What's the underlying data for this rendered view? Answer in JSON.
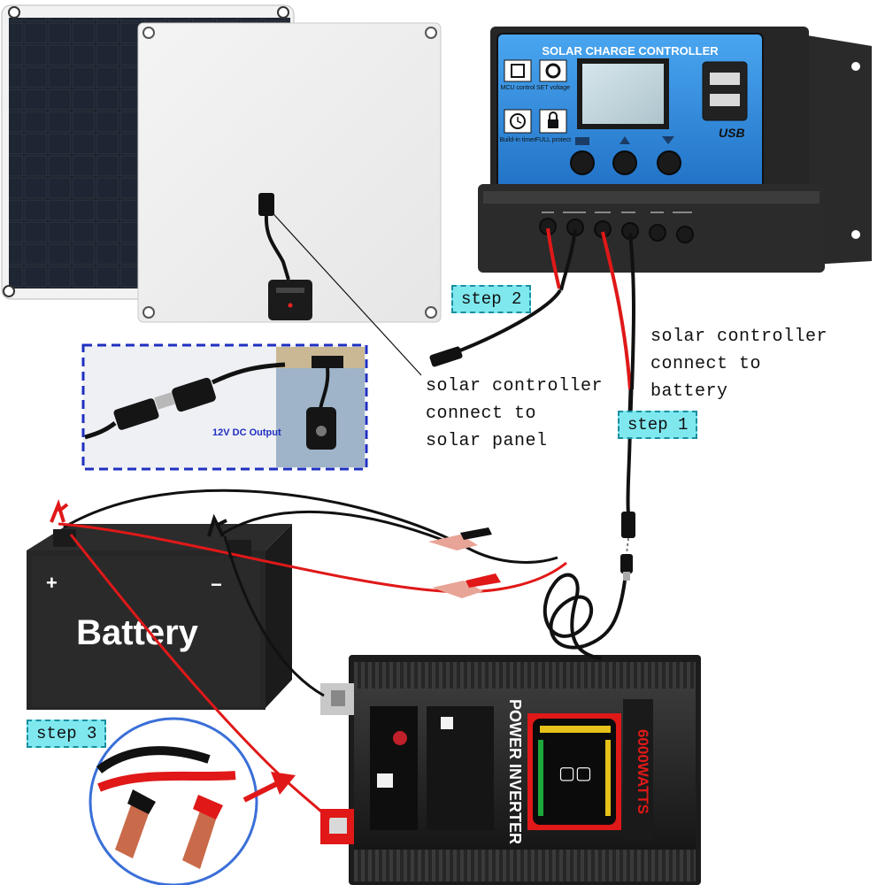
{
  "controller": {
    "title": "SOLAR CHARGE CONTROLLER",
    "features": [
      {
        "label": "MCU control",
        "icon": "chip-icon"
      },
      {
        "label": "SET voltage",
        "icon": "gear-icon"
      },
      {
        "label": "Build-in timer",
        "icon": "clock-icon"
      },
      {
        "label": "FULL protect",
        "icon": "lock-icon"
      }
    ],
    "usb_label": "USB"
  },
  "battery": {
    "label": "Battery",
    "plus": "+",
    "minus": "−"
  },
  "inverter": {
    "brand": "POWER INVERTER",
    "watts": "6000WATTS"
  },
  "inset": {
    "dc_output_label": "12V DC Output"
  },
  "steps": {
    "step1": {
      "badge": "step 1",
      "lines": [
        "solar controller",
        "connect to",
        "battery"
      ]
    },
    "step2": {
      "badge": "step 2",
      "lines": [
        "solar controller",
        "connect to",
        "solar panel"
      ]
    },
    "step3": {
      "badge": "step 3"
    }
  },
  "colors": {
    "wire_red": "#e01818",
    "wire_black": "#111111",
    "controller_blue": "#2f86d8",
    "step_badge": "#7fe8ef",
    "inset_border": "#1f2fc0"
  }
}
